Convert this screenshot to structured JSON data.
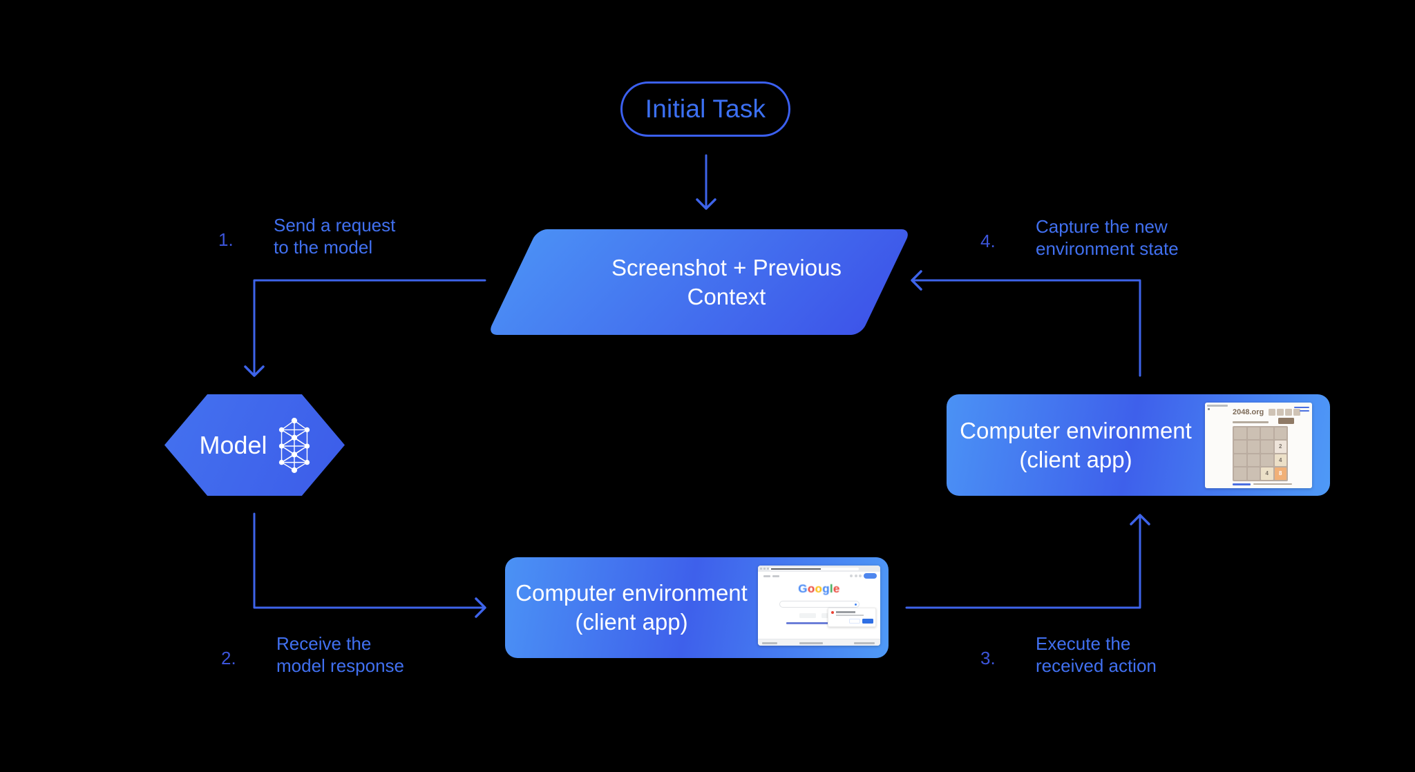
{
  "diagram": {
    "initial_task": "Initial Task",
    "screenshot_node": {
      "line1": "Screenshot + Previous",
      "line2": "Context"
    },
    "model_label": "Model",
    "client_bottom": {
      "line1": "Computer environment",
      "line2": "(client app)"
    },
    "client_right": {
      "line1": "Computer environment",
      "line2": "(client app)"
    },
    "steps": [
      {
        "num": "1.",
        "line1": "Send a request",
        "line2": "to the model"
      },
      {
        "num": "2.",
        "line1": "Receive the",
        "line2": "model response"
      },
      {
        "num": "3.",
        "line1": "Execute the",
        "line2": "received action"
      },
      {
        "num": "4.",
        "line1": "Capture the new",
        "line2": "environment state"
      }
    ]
  },
  "thumbnails": {
    "google": {
      "logo_letters": [
        "G",
        "o",
        "o",
        "g",
        "l",
        "e"
      ],
      "logo_colors": [
        "#4285F4",
        "#EA4335",
        "#FBBC05",
        "#4285F4",
        "#34A853",
        "#EA4335"
      ]
    },
    "game2048": {
      "site_title": "2048.org",
      "tiles": [
        "2",
        "4",
        "4",
        "8"
      ],
      "tile_colors": {
        "tile_2": "#eee4da",
        "tile_4": "#ece0c8",
        "tile_8": "#f1b077"
      }
    }
  },
  "colors": {
    "background": "#000000",
    "accent_blue": "#3E64EA",
    "pill_border": "#3B60F0",
    "pill_text": "#3C70F3",
    "shape_gradient_light": "#4B92F5",
    "shape_gradient_dark": "#3D56E9",
    "step_number": "#3C55DB",
    "step_text": "#4170F0",
    "shape_text": "#FFFFFF"
  }
}
